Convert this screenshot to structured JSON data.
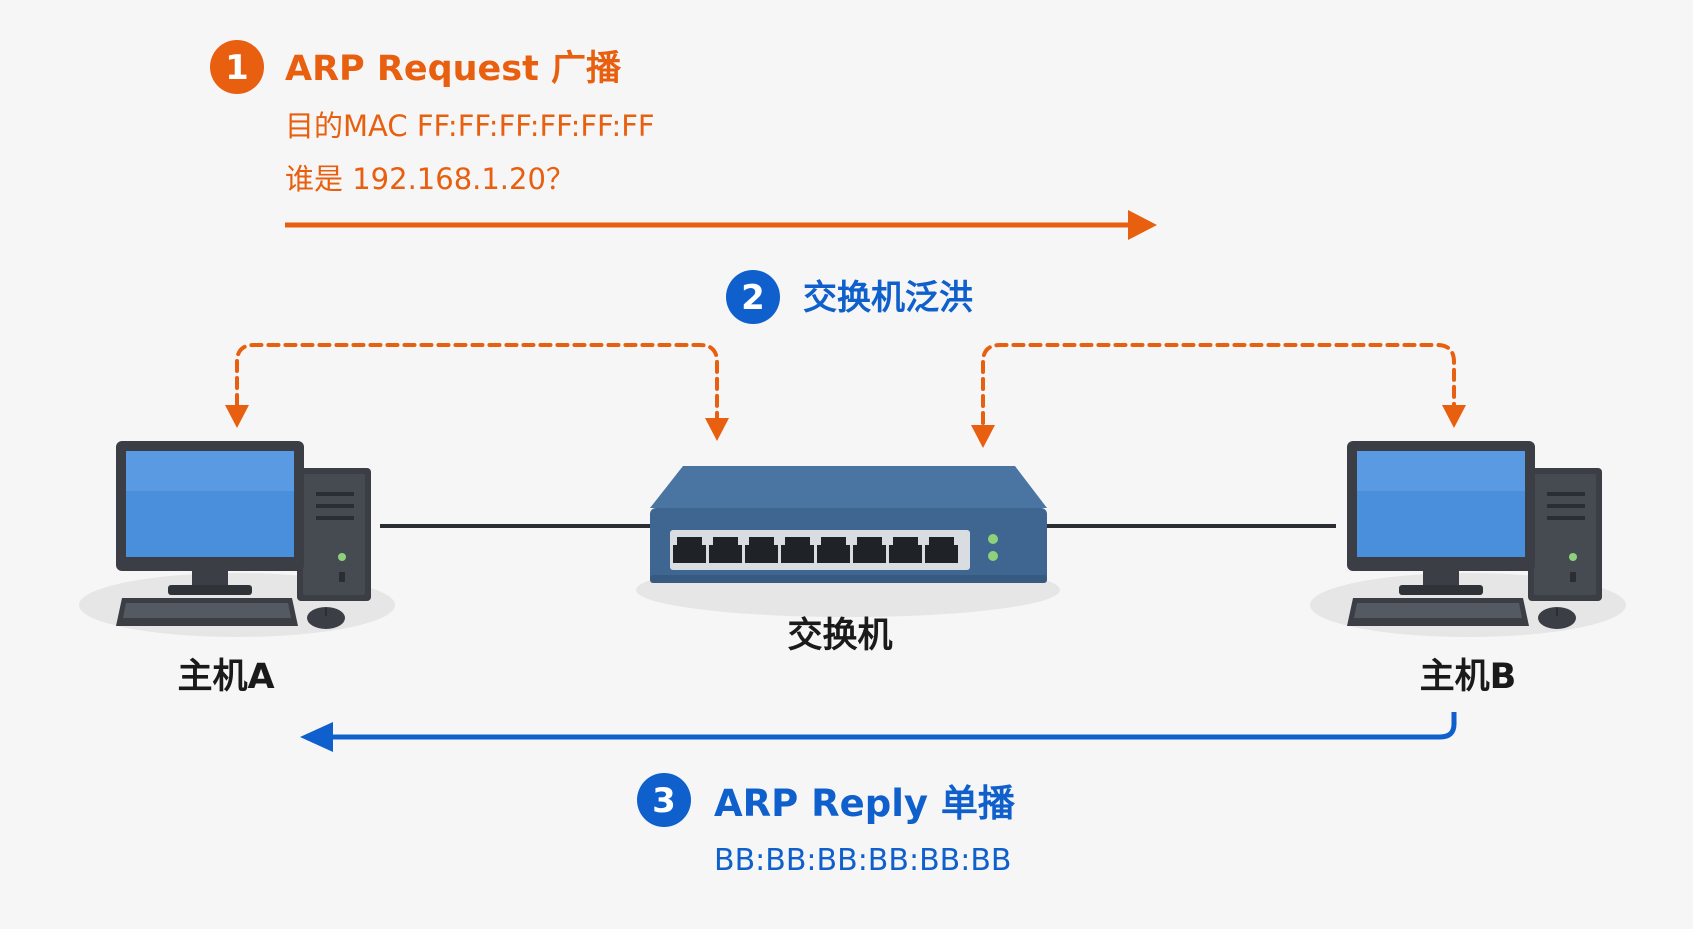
{
  "colors": {
    "background": "#f6f6f6",
    "request": "#e8600f",
    "reply": "#0f60cc",
    "device_dark": "#3b3f45",
    "screen": "#4a8fdc",
    "switch_body": "#3f6690",
    "label": "#1a1a1a"
  },
  "step1": {
    "number": "1",
    "title": "ARP Request 广播",
    "line1": "目的MAC FF:FF:FF:FF:FF:FF",
    "line2": "谁是 192.168.1.20？"
  },
  "step2": {
    "number": "2",
    "title": "交换机泛洪"
  },
  "step3": {
    "number": "3",
    "title": "ARP Reply 单播",
    "line1": "BB:BB:BB:BB:BB:BB"
  },
  "devices": {
    "host_a": "主机A",
    "switch": "交换机",
    "host_b": "主机B"
  },
  "icons": {
    "host_a": "desktop-computer-icon",
    "switch": "network-switch-icon",
    "host_b": "desktop-computer-icon"
  }
}
